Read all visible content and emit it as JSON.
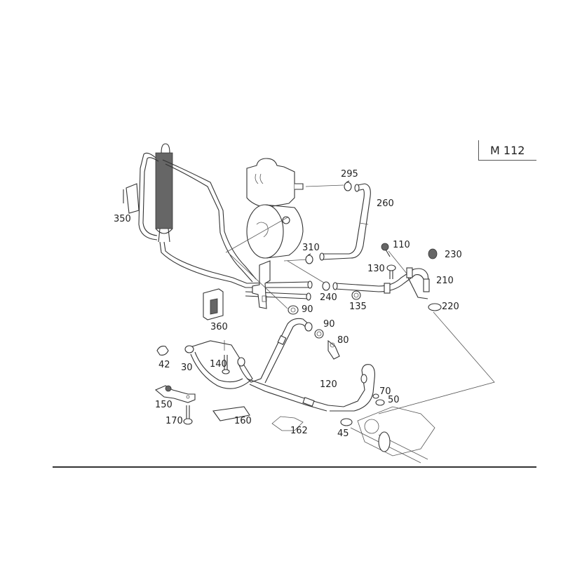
{
  "diagram": {
    "title": "Power steering system exploded parts diagram",
    "model_label": "M 112",
    "callouts": [
      {
        "id": "350",
        "text": "350"
      },
      {
        "id": "295",
        "text": "295"
      },
      {
        "id": "260",
        "text": "260"
      },
      {
        "id": "310",
        "text": "310"
      },
      {
        "id": "110",
        "text": "110"
      },
      {
        "id": "230",
        "text": "230"
      },
      {
        "id": "130",
        "text": "130"
      },
      {
        "id": "210",
        "text": "210"
      },
      {
        "id": "240",
        "text": "240"
      },
      {
        "id": "135",
        "text": "135"
      },
      {
        "id": "220",
        "text": "220"
      },
      {
        "id": "90a",
        "text": "90"
      },
      {
        "id": "90b",
        "text": "90"
      },
      {
        "id": "360",
        "text": "360"
      },
      {
        "id": "80",
        "text": "80"
      },
      {
        "id": "42",
        "text": "42"
      },
      {
        "id": "30",
        "text": "30"
      },
      {
        "id": "140",
        "text": "140"
      },
      {
        "id": "120",
        "text": "120"
      },
      {
        "id": "70",
        "text": "70"
      },
      {
        "id": "50",
        "text": "50"
      },
      {
        "id": "150",
        "text": "150"
      },
      {
        "id": "170",
        "text": "170"
      },
      {
        "id": "160",
        "text": "160"
      },
      {
        "id": "162",
        "text": "162"
      },
      {
        "id": "45",
        "text": "45"
      }
    ]
  }
}
